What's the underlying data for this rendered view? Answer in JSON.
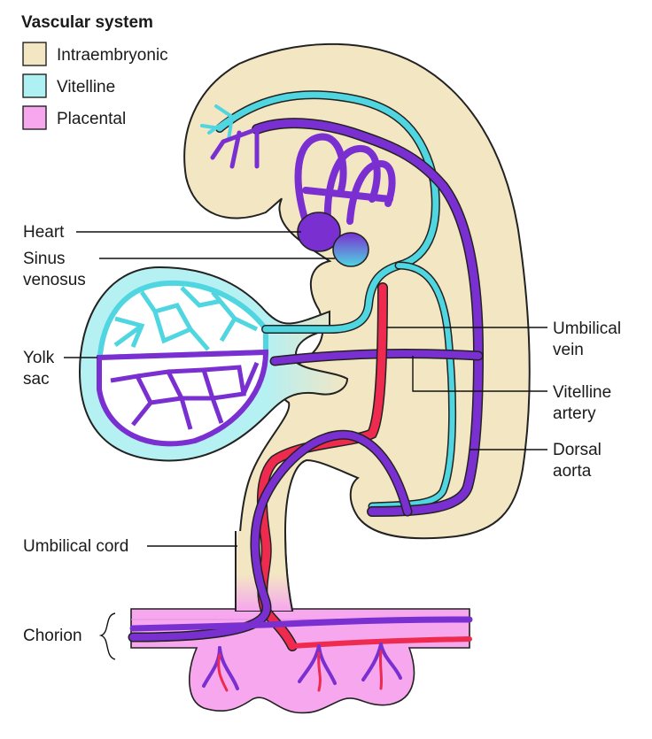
{
  "legend": {
    "title": "Vascular system",
    "items": [
      {
        "label": "Intraembryonic",
        "color": "#f3e6c3"
      },
      {
        "label": "Vitelline",
        "color": "#aef1f3"
      },
      {
        "label": "Placental",
        "color": "#f6a7ee"
      }
    ]
  },
  "labels": {
    "heart": "Heart",
    "sinus_line1": "Sinus",
    "sinus_line2": "venosus",
    "yolk_line1": "Yolk",
    "yolk_line2": "sac",
    "umbilical_vein_line1": "Umbilical",
    "umbilical_vein_line2": "vein",
    "vitelline_artery_line1": "Vitelline",
    "vitelline_artery_line2": "artery",
    "dorsal_aorta_line1": "Dorsal",
    "dorsal_aorta_line2": "aorta",
    "umbilical_cord": "Umbilical cord",
    "chorion": "Chorion"
  },
  "colors": {
    "embryo": "#f3e6c3",
    "vitelline": "#b5f0f2",
    "vitelline_vessel": "#4fd6e0",
    "vessel_purple": "#7a2fd1",
    "vessel_red": "#ee2a4f",
    "placental": "#f6a7ee",
    "outline": "#222222"
  }
}
